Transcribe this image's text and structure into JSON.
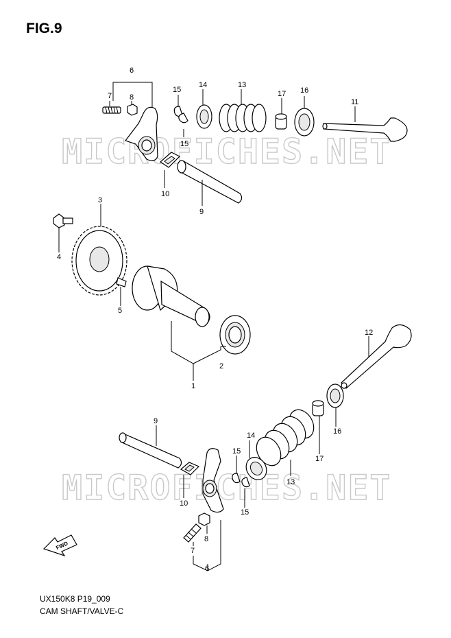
{
  "figure_title": "FIG.9",
  "watermark": "MICROFICHES.NET",
  "part_numbers": {
    "p1": "1",
    "p2": "2",
    "p3": "3",
    "p4": "4",
    "p5": "5",
    "p6": "6",
    "p7": "7",
    "p8": "8",
    "p9": "9",
    "p10": "10",
    "p11": "11",
    "p12": "12",
    "p13": "13",
    "p14": "14",
    "p15": "15",
    "p16": "16",
    "p17": "17"
  },
  "fwd_badge": "FWD",
  "caption": {
    "line1": "UX150K8 P19_009",
    "line2": "CAM SHAFT/VALVE-C"
  }
}
